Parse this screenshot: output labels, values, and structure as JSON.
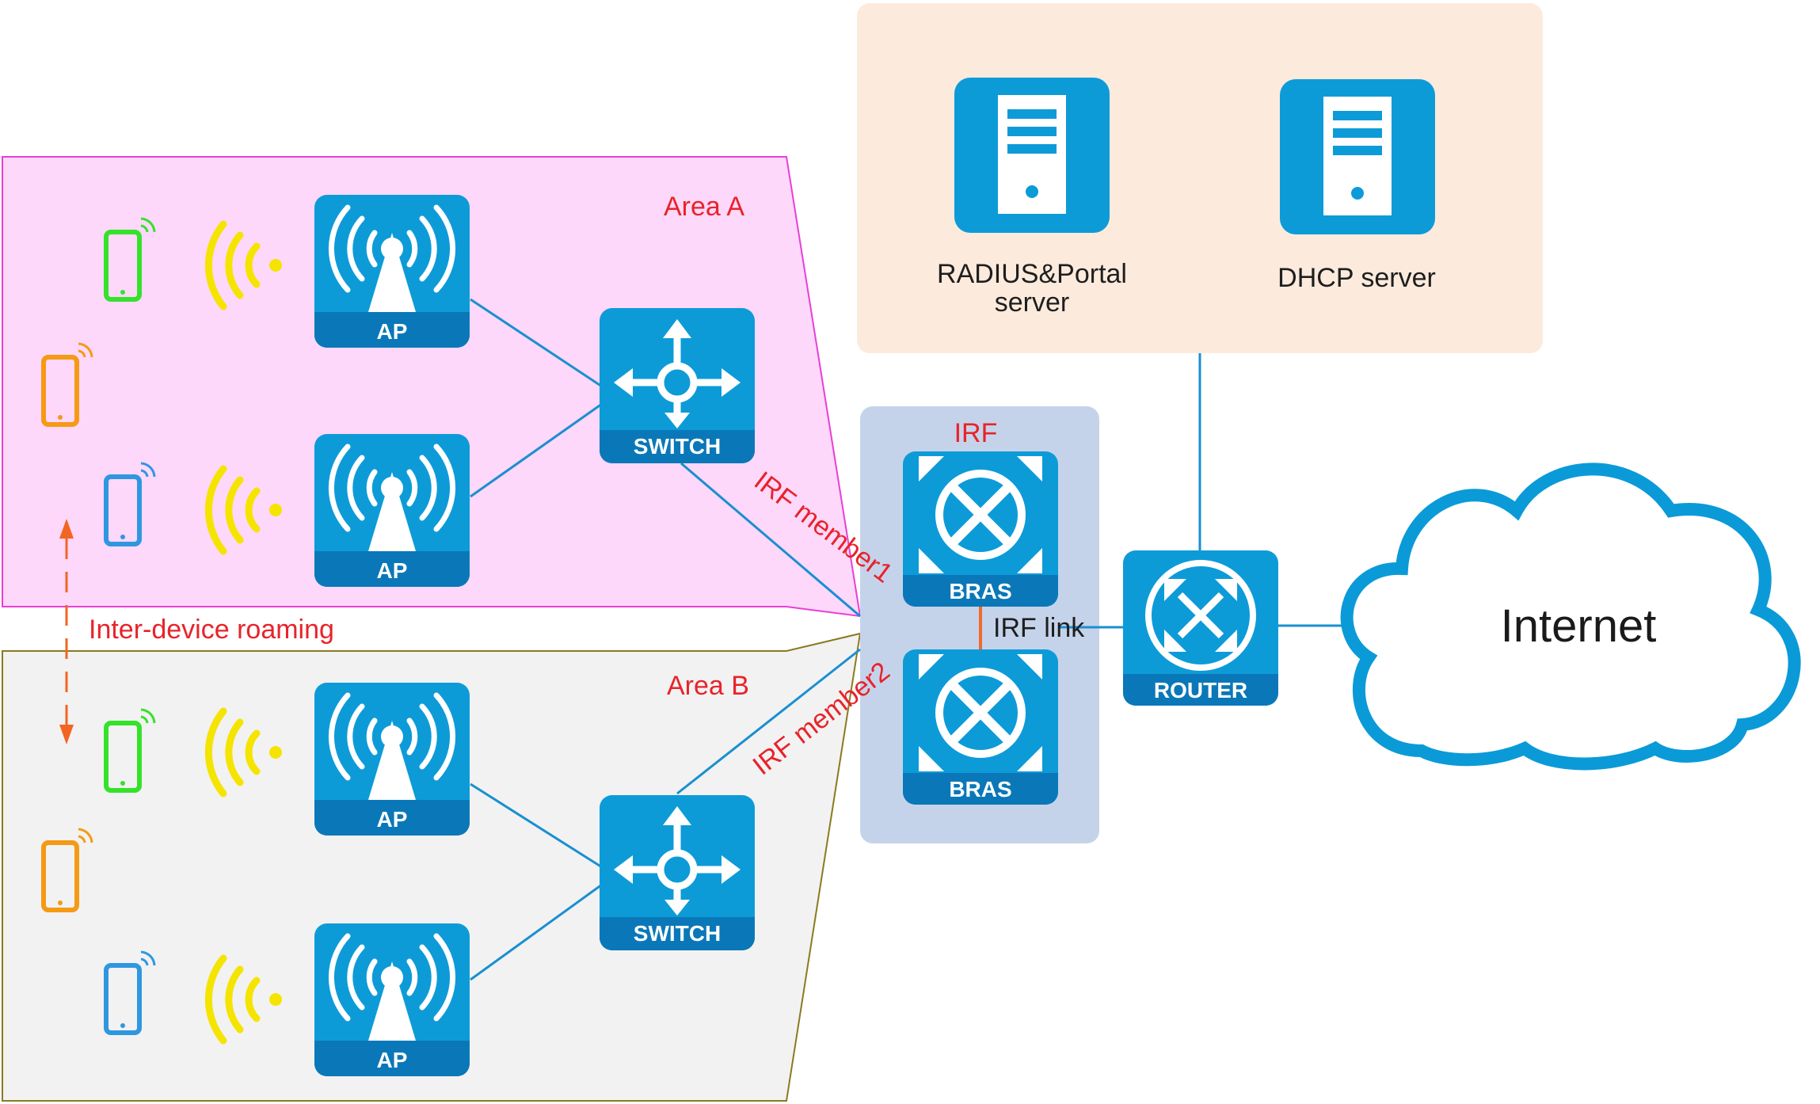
{
  "areas": {
    "area_a_label": "Area A",
    "area_b_label": "Area B"
  },
  "irf": {
    "title": "IRF",
    "member1_label": "IRF member1",
    "member2_label": "IRF member2",
    "link_label": "IRF link"
  },
  "roaming_label": "Inter-device roaming",
  "devices": {
    "ap_label": "AP",
    "switch_label": "SWITCH",
    "bras_label": "BRAS",
    "router_label": "ROUTER"
  },
  "servers": {
    "radius_line1": "RADIUS&Portal",
    "radius_line2": "server",
    "dhcp_label": "DHCP server"
  },
  "internet_label": "Internet",
  "colors": {
    "device_blue": "#0d9bd8",
    "device_band": "#0a78b8",
    "link_blue": "#1a8fd0",
    "irf_link": "#ef6a2c",
    "area_a_fill": "#fdd8fa",
    "area_a_border": "#e83fd6",
    "area_b_fill": "#f2f2f2",
    "area_b_border": "#8a7a20",
    "irf_box": "#c5d3ea",
    "server_zone": "#fcebdd",
    "wifi_yellow": "#f4e400",
    "phone_green": "#35e22a",
    "phone_orange": "#f59a14",
    "phone_blue": "#2f97e0",
    "label_red": "#e8232a"
  }
}
